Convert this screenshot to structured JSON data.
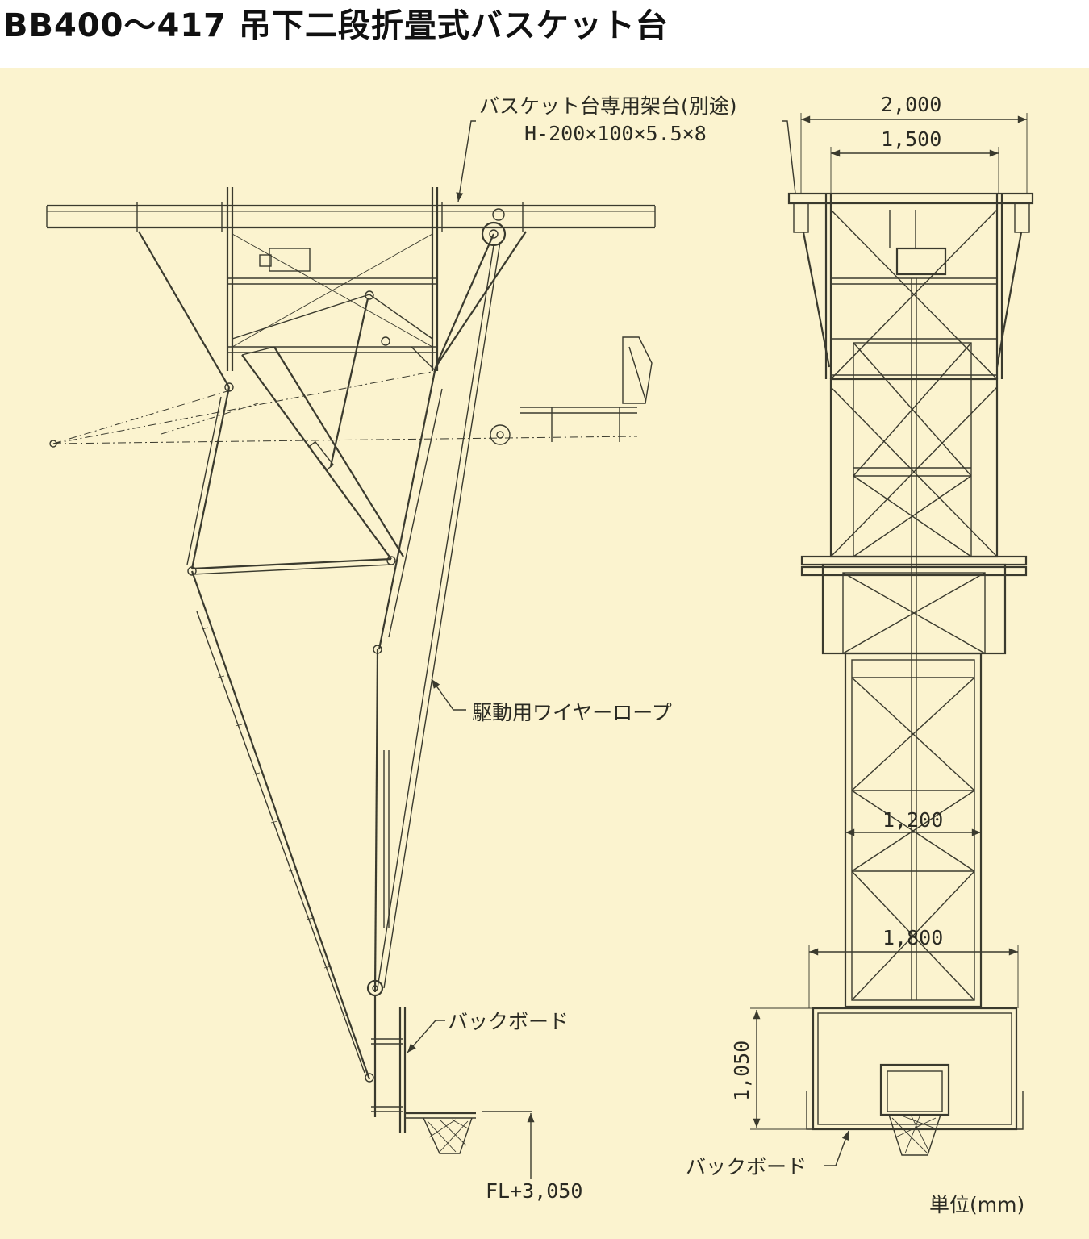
{
  "title": "BB400〜417 吊下二段折畳式バスケット台",
  "labels": {
    "frame_note_1": "バスケット台専用架台(別途)",
    "frame_note_2": "H-200×100×5.5×8",
    "wire_rope": "駆動用ワイヤーロープ",
    "backboard_side": "バックボード",
    "backboard_front": "バックボード",
    "floor_height": "FL+3,050",
    "unit": "単位(mm)"
  },
  "dimensions": {
    "width_2000": "2,000",
    "width_1500": "1,500",
    "width_1200": "1,200",
    "width_1800": "1,800",
    "height_1050": "1,050"
  },
  "colors": {
    "background": "#fbf3cf",
    "line": "#3a3a2e"
  }
}
